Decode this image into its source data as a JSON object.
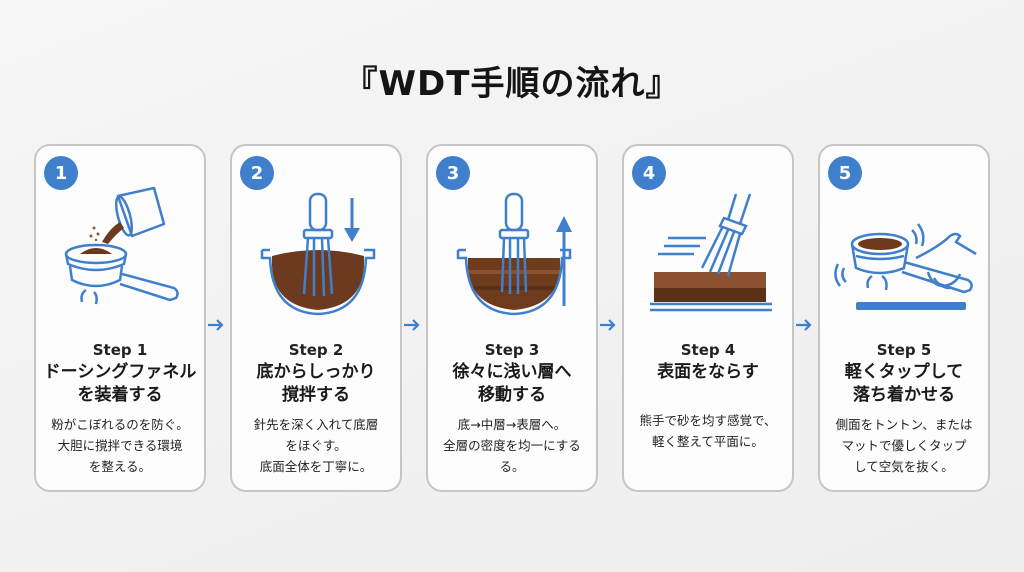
{
  "title": "『WDT手順の流れ』",
  "colors": {
    "accent_blue": "#3f7fcc",
    "coffee_brown": "#6b3a1f",
    "card_border": "#c6c6c6",
    "background": "#f3f3f3"
  },
  "steps": [
    {
      "number": "1",
      "label": "Step 1",
      "title": "ドーシングファネル\nを装着する",
      "description": "粉がこぼれるのを防ぐ。\n大胆に撹拌できる環境\nを整える。",
      "icon": "portafilter-funnel-pour-icon"
    },
    {
      "number": "2",
      "label": "Step 2",
      "title": "底からしっかり\n撹拌する",
      "description": "針先を深く入れて底層\nをほぐす。\n底面全体を丁寧に。",
      "icon": "wdt-tool-down-arrow-icon"
    },
    {
      "number": "3",
      "label": "Step 3",
      "title": "徐々に浅い層へ\n移動する",
      "description": "底→中層→表層へ。\n全層の密度を均一にする\nる。",
      "icon": "wdt-tool-up-arrow-icon"
    },
    {
      "number": "4",
      "label": "Step 4",
      "title": "表面をならす",
      "description": "熊手で砂を均す感覚で、\n軽く整えて平面に。",
      "icon": "rake-level-surface-icon"
    },
    {
      "number": "5",
      "label": "Step 5",
      "title": "軽くタップして\n落ち着かせる",
      "description": "側面をトントン、または\nマットで優しくタップ\nして空気を抜く。",
      "icon": "hand-tap-portafilter-icon"
    }
  ],
  "connectors": [
    "arrow-right",
    "arrow-right",
    "arrow-right",
    "arrow-right"
  ]
}
